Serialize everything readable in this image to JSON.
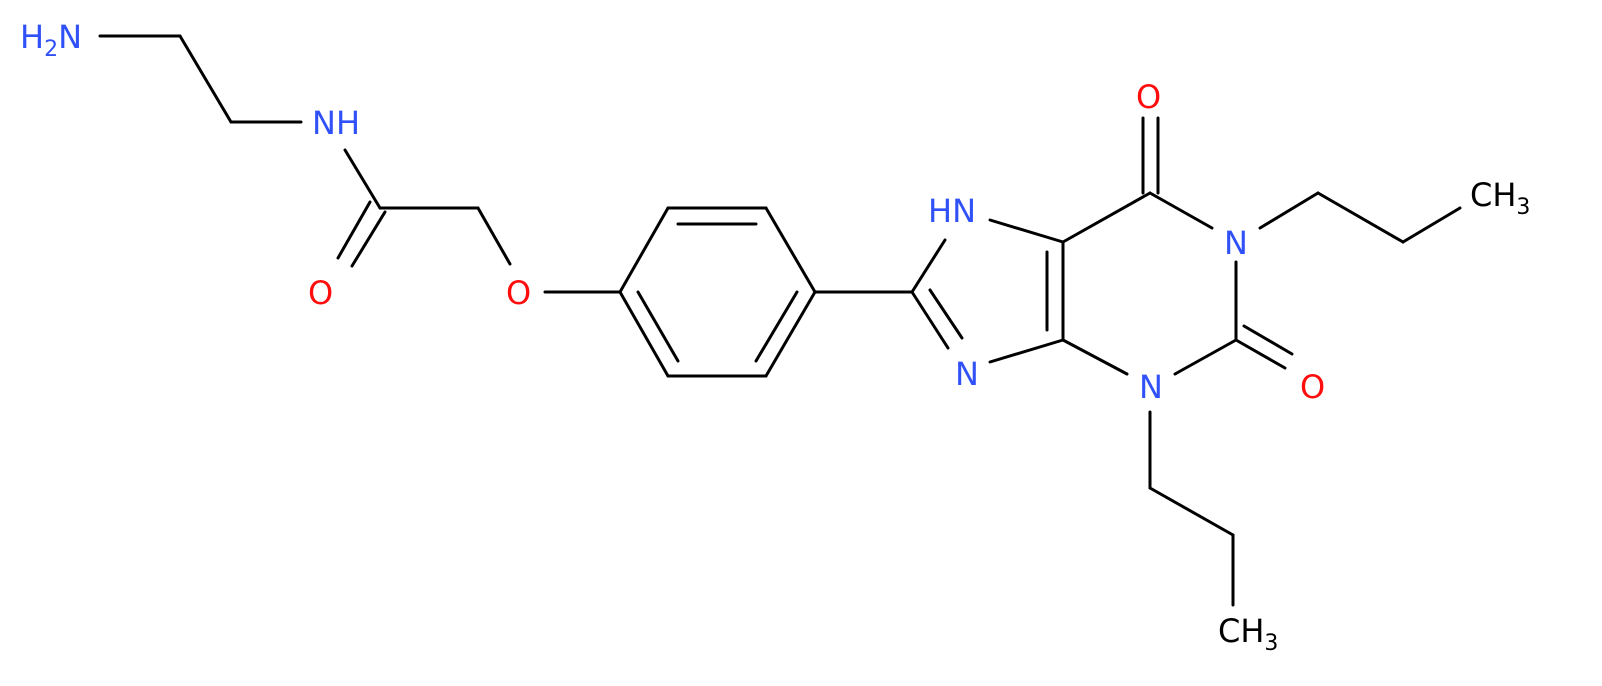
{
  "colors": {
    "bond": "#000000",
    "nitrogen": "#3050F8",
    "oxygen": "#FF0D0D",
    "carbon": "#000000",
    "background": "#FFFFFF"
  },
  "atoms": {
    "amine": {
      "main": "H",
      "sub": "2",
      "rest": "N"
    },
    "amide_nh": "NH",
    "amide_o": "O",
    "ether_o": "O",
    "nh7": "HN",
    "n9": "N",
    "n1": "N",
    "n3": "N",
    "o6": "O",
    "o2": "O",
    "ch3_top": {
      "main": "CH",
      "sub": "3"
    },
    "ch3_bottom": {
      "main": "CH",
      "sub": "3"
    }
  }
}
